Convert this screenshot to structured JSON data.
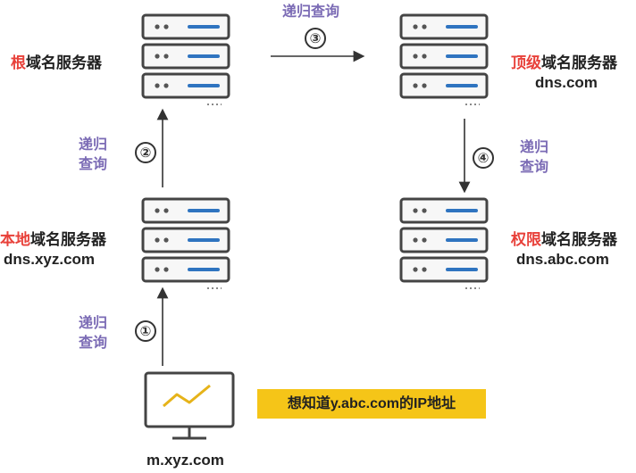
{
  "servers": {
    "root": {
      "highlight": "根",
      "rest": "域名服务器"
    },
    "tld": {
      "highlight": "顶级",
      "rest": "域名服务器",
      "host": "dns.com"
    },
    "local": {
      "highlight": "本地",
      "rest": "域名服务器",
      "host": "dns.xyz.com"
    },
    "authoritative": {
      "highlight": "权限",
      "rest": "域名服务器",
      "host": "dns.abc.com"
    }
  },
  "client": {
    "host": "m.xyz.com"
  },
  "query": "想知道y.abc.com的IP地址",
  "steps": [
    {
      "num": "①",
      "label_line1": "递归",
      "label_line2": "查询"
    },
    {
      "num": "②",
      "label_line1": "递归",
      "label_line2": "查询"
    },
    {
      "num": "③",
      "label": "递归查询"
    },
    {
      "num": "④",
      "label_line1": "递归",
      "label_line2": "查询"
    }
  ],
  "colors": {
    "highlight": "#e8413a",
    "step_label": "#7b6bb5",
    "badge": "#f5c518",
    "server_blue": "#2f74c0"
  }
}
